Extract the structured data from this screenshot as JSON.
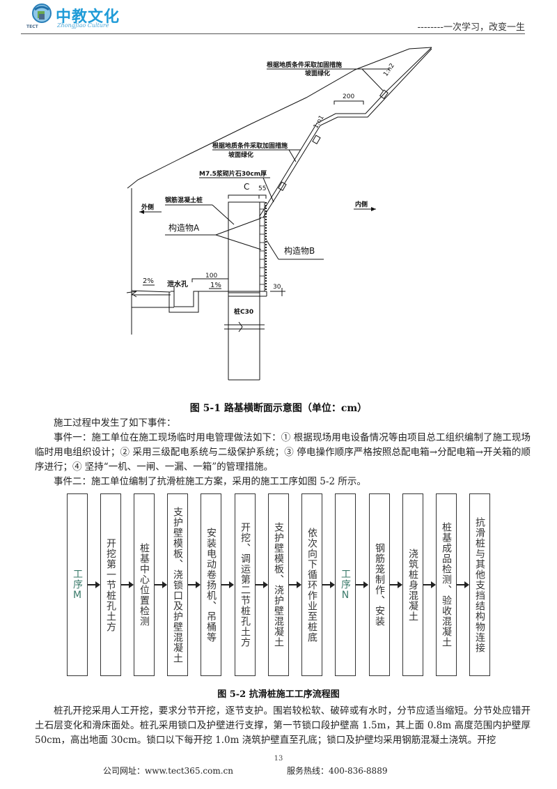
{
  "header": {
    "logo_cn": "中教文化",
    "logo_en": "ZhongJiao Culture",
    "logo_tag": "TECT",
    "slogan": "--------一次学习，改变一生"
  },
  "figure1": {
    "caption": "图 5-1   路基横断面示意图（单位：cm）",
    "labels": {
      "reinforce_top": "根据地质条件采取加固措施",
      "green_top": "坡面绿化",
      "slope_n2": "1:n2",
      "dim_200": "200",
      "slope_n1": "1:n1",
      "reinforce_mid": "根据地质条件采取加固措施",
      "green_mid": "坡面绿化",
      "masonry": "M7.5浆砌片石30cm厚",
      "dim_c": "C",
      "dim_55": "55",
      "pile": "钢筋混凝土桩",
      "outer": "外侧",
      "inner": "内侧",
      "struct_a": "构造物A",
      "struct_b": "构造物B",
      "dim_100": "100",
      "slope_2": "2%",
      "drain_hole": "泄水孔",
      "slope_1": "1%",
      "dim_30": "30",
      "pile_grade": "桩C30"
    }
  },
  "body": {
    "intro": "施工过程中发生了如下事件：",
    "event1": "事件一：施工单位在施工现场临时用电管理做法如下：① 根据现场用电设备情况等由项目总工组织编制了施工现场临时用电组织设计；② 采用三级配电系统与二级保护系统；③ 停电操作顺序严格按照总配电箱→分配电箱→开关箱的顺序进行；④ 坚持“一机、一闸、一漏、一箱”的管理措施。",
    "event2": "事件二：施工单位编制了抗滑桩施工方案，采用的施工工序如图 5-2 所示。",
    "after_fig2": "桩孔开挖采用人工开挖，要求分节开挖，逐节支护。围岩较松软、破碎或有水时，分节应适当缩短。分节处应错开土石层变化和滑床面处。桩孔采用锁口及护壁进行支撑，第一节锁口段护壁高 1.5m，其上面 0.8m 高度范围内护壁厚 50cm，高出地面 30cm。锁口以下每开挖 1.0m 浇筑护壁直至孔底；锁口及护壁均采用钢筋混凝土浇筑。开挖"
  },
  "figure2": {
    "caption": "图 5-2   抗滑桩施工工序流程图",
    "steps": [
      "工序M",
      "开挖第一节桩孔土方",
      "桩基中心位置检测",
      "支护壁模板、浇锁口及护壁混凝土",
      "安装电动卷扬机、吊桶等",
      "开挖、调运第二节桩孔土方",
      "支护壁模板、浇护壁混凝土",
      "依次向下循环作业至桩底",
      "工序N",
      "钢筋笼制作、安装",
      "浇筑桩身混凝土",
      "桩基成品检测、验收混凝土",
      "抗滑桩与其他支挡结构物连接"
    ]
  },
  "footer": {
    "page_number": "13",
    "website": "公司网址：www.tect365.com.cn",
    "hotline": "服务热线：400-836-8889"
  }
}
